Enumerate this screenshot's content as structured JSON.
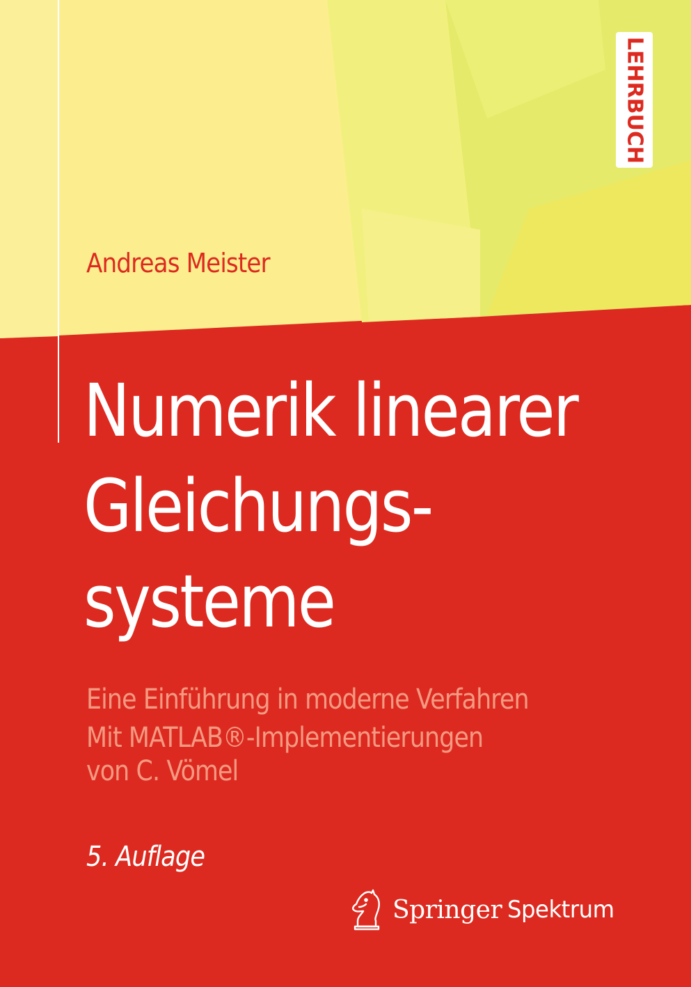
{
  "cover": {
    "badge": "LEHRBUCH",
    "author": "Andreas Meister",
    "title_lines": [
      "Numerik linearer",
      "Gleichungs-",
      "systeme"
    ],
    "subtitle_lines": [
      "Eine Einführung in moderne Verfahren",
      "Mit MATLAB®-Implementierungen",
      "von C. Vömel"
    ],
    "edition": "5. Auflage",
    "publisher": {
      "name": "Springer",
      "imprint": "Spektrum",
      "logo_icon": "chess-knight-icon"
    }
  },
  "colors": {
    "red": "#dd2a20",
    "yellow_light": "#fdf08c",
    "yellow_green": "#eef07a",
    "subtitle_salmon": "#f59a82",
    "white": "#ffffff"
  }
}
